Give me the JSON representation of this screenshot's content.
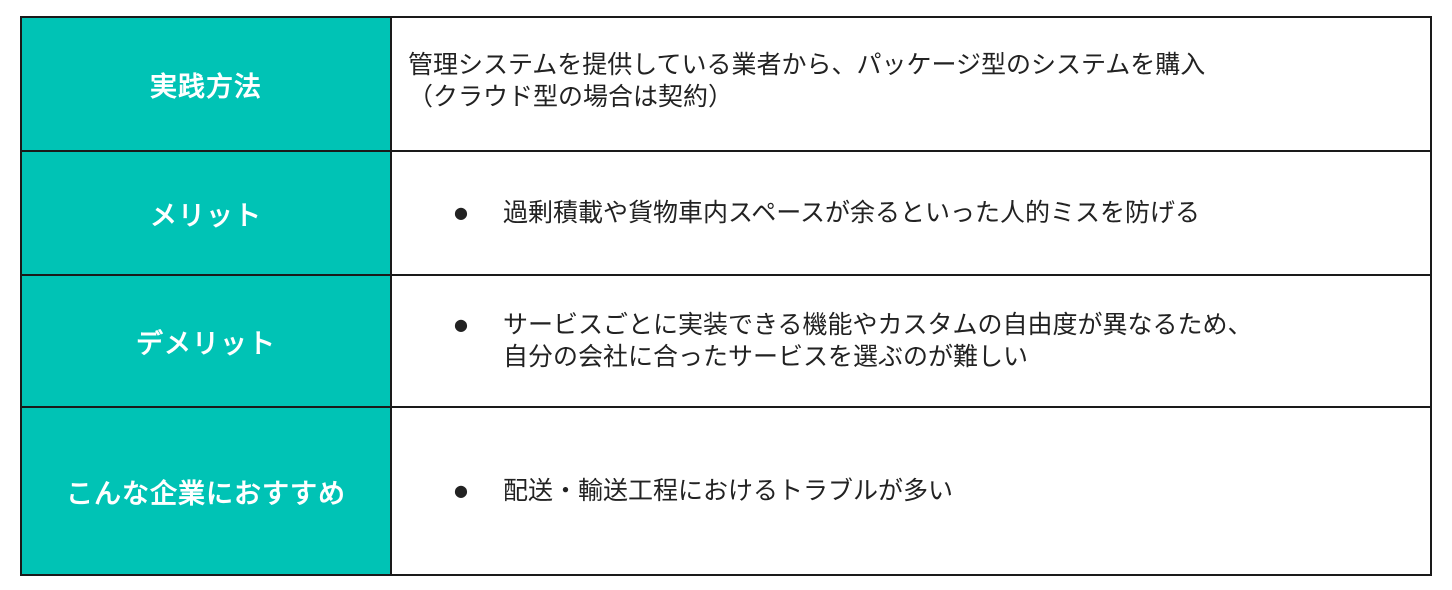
{
  "rows": [
    {
      "label": "実践方法",
      "lines": [
        "管理システムを提供している業者から、パッケージ型のシステムを購入",
        "（クラウド型の場合は契約）"
      ]
    },
    {
      "label": "メリット",
      "bullet": "●",
      "lines": [
        "過剰積載や貨物車内スペースが余るといった人的ミスを防げる"
      ]
    },
    {
      "label": "デメリット",
      "bullet": "●",
      "lines": [
        "サービスごとに実装できる機能やカスタムの自由度が異なるため、",
        "自分の会社に合ったサービスを選ぶのが難しい"
      ]
    },
    {
      "label": "こんな企業におすすめ",
      "bullet": "●",
      "lines": [
        "配送・輸送工程におけるトラブルが多い"
      ]
    }
  ],
  "colors": {
    "label_background": "#00c3b5",
    "label_text": "#ffffff",
    "border": "#1a1a1a",
    "body_text": "#222222"
  }
}
